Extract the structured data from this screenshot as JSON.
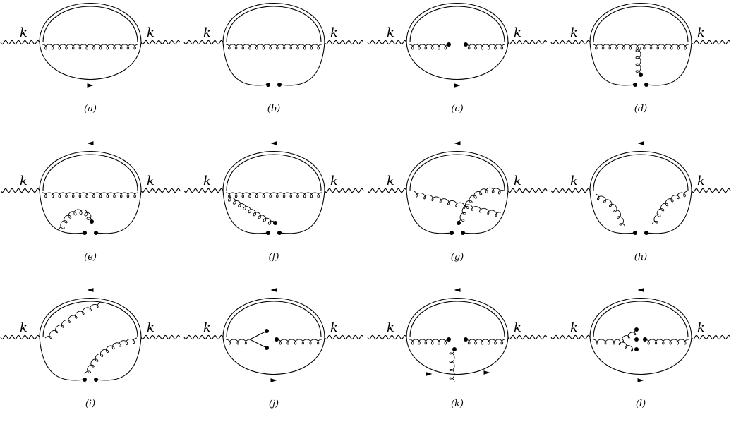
{
  "momentum_label": "k",
  "diagrams": [
    {
      "caption": "(a)"
    },
    {
      "caption": "(b)"
    },
    {
      "caption": "(c)"
    },
    {
      "caption": "(d)"
    },
    {
      "caption": "(e)"
    },
    {
      "caption": "(f)"
    },
    {
      "caption": "(g)"
    },
    {
      "caption": "(h)"
    },
    {
      "caption": "(i)"
    },
    {
      "caption": "(j)"
    },
    {
      "caption": "(k)"
    },
    {
      "caption": "(l)"
    }
  ]
}
